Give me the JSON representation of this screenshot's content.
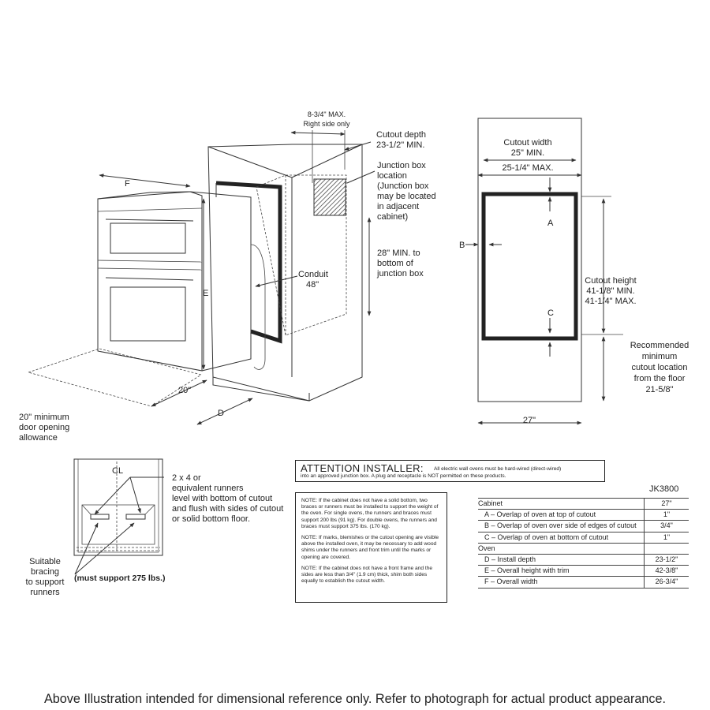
{
  "oven_view": {
    "dim_f": "F",
    "dim_e": "E",
    "dim_d": "D",
    "depth_20": "20\"",
    "door_allowance": [
      "20\" minimum",
      "door opening",
      "allowance"
    ],
    "side_max": [
      "8-3/4\" MAX.",
      "Right side only"
    ],
    "cutout_depth": [
      "Cutout depth",
      "23-1/2\" MIN."
    ],
    "junction_box": [
      "Junction box",
      "location",
      "(Junction box",
      "may be located",
      "in adjacent",
      "cabinet)"
    ],
    "junction_height": [
      "28\" MIN. to",
      "bottom of",
      "junction box"
    ],
    "conduit": [
      "Conduit",
      "48\""
    ]
  },
  "cutout_view": {
    "cutout_width": [
      "Cutout width",
      "25\" MIN.",
      "25-1/4\" MAX."
    ],
    "label_a": "A",
    "label_b": "B",
    "label_c": "C",
    "cutout_height": [
      "Cutout height",
      "41-1/8\" MIN.",
      "41-1/4\" MAX."
    ],
    "recommended": [
      "Recommended",
      "minimum",
      "cutout location",
      "from the floor",
      "21-5/8\""
    ],
    "cabinet_width": "27\""
  },
  "support_view": {
    "centerline": "CL",
    "runners_note": [
      "2 x 4 or",
      "equivalent runners",
      "level with bottom of cutout",
      "and flush with sides of cutout",
      "or solid bottom floor."
    ],
    "bracing": [
      "Suitable",
      "bracing",
      "to support",
      "runners"
    ],
    "must_support": "(must support 275 lbs.)"
  },
  "attention": {
    "title": "ATTENTION INSTALLER:",
    "line1": "All electric wall ovens must be hard-wired (direct-wired)",
    "line2": "into an approved junction box. A plug and receptacle is NOT permitted on these products."
  },
  "notes": [
    "NOTE: If the cabinet does not have a solid bottom, two braces or runners must be installed to support the weight of the oven. For single ovens, the runners and braces must support 200 lbs (91 kg). For double ovens, the runners and braces must support 375 lbs. (170 kg).",
    "NOTE: If marks, blemishes or the cutout opening are visible above the installed oven, it may be necessary to add wood shims under the runners and front trim until the marks or opening are covered.",
    "NOTE: If the cabinet does not have a front frame and the sides are less than 3/4\" (1.9 cm) thick, shim both sides equally to establish the cutout width."
  ],
  "spec_table": {
    "model": "JK3800",
    "rows": [
      {
        "label": "Cabinet",
        "value": "27\""
      },
      {
        "label": "A – Overlap of oven at top of cutout",
        "value": "1\""
      },
      {
        "label": "B – Overlap of oven over side of edges of cutout",
        "value": "3/4\""
      },
      {
        "label": "C – Overlap of oven at bottom of cutout",
        "value": "1\""
      },
      {
        "label": "Oven",
        "value": ""
      },
      {
        "label": "D – Install depth",
        "value": "23-1/2\""
      },
      {
        "label": "E – Overall height with trim",
        "value": "42-3/8\""
      },
      {
        "label": "F – Overall width",
        "value": "26-3/4\""
      }
    ]
  },
  "footer": "Above Illustration intended for dimensional reference only. Refer to photograph for actual product appearance."
}
